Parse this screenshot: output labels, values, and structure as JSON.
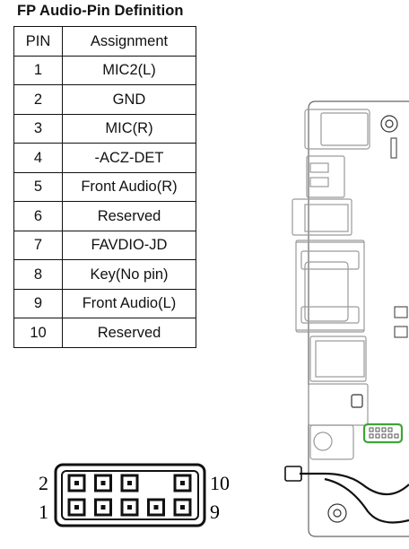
{
  "title": "FP Audio-Pin Definition",
  "table": {
    "headers": [
      "PIN",
      "Assignment"
    ],
    "rows": [
      [
        "1",
        "MIC2(L)"
      ],
      [
        "2",
        "GND"
      ],
      [
        "3",
        "MIC(R)"
      ],
      [
        "4",
        "-ACZ-DET"
      ],
      [
        "5",
        "Front Audio(R)"
      ],
      [
        "6",
        "Reserved"
      ],
      [
        "7",
        "FAVDIO-JD"
      ],
      [
        "8",
        "Key(No pin)"
      ],
      [
        "9",
        "Front Audio(L)"
      ],
      [
        "10",
        "Reserved"
      ]
    ]
  },
  "connector": {
    "top_left_label": "2",
    "top_right_label": "10",
    "bottom_left_label": "1",
    "bottom_right_label": "9",
    "top_row_pins": [
      true,
      true,
      true,
      false,
      true
    ],
    "bottom_row_pins": [
      true,
      true,
      true,
      true,
      true
    ]
  },
  "colors": {
    "ink": "#111111",
    "board_gray": "#9a9a9a",
    "highlight_green": "#3fa535"
  }
}
